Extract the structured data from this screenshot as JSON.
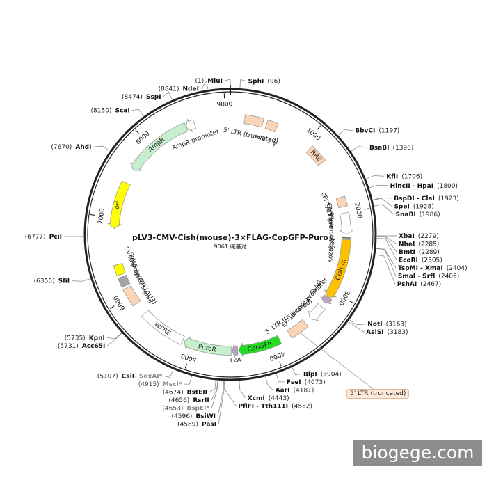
{
  "plasmid": {
    "name": "pLV3-CMV-Cish(mouse)-3×FLAG-CopGFP-Puro",
    "size_text": "9061 碱基对",
    "length": 9061
  },
  "ticks": [
    {
      "pos": 1000,
      "label": "1000"
    },
    {
      "pos": 2000,
      "label": "2000"
    },
    {
      "pos": 3000,
      "label": "3000"
    },
    {
      "pos": 4000,
      "label": "4000"
    },
    {
      "pos": 5000,
      "label": "5000"
    },
    {
      "pos": 6000,
      "label": "6000"
    },
    {
      "pos": 7000,
      "label": "7000"
    },
    {
      "pos": 8000,
      "label": "8000"
    },
    {
      "pos": 9000,
      "label": "9000"
    }
  ],
  "sites": [
    {
      "name": "MluI",
      "pos_text": "(1)",
      "pos": 1,
      "side": "left"
    },
    {
      "name": "SphI",
      "pos_text": "(96)",
      "pos": 96,
      "side": "right"
    },
    {
      "name": "BbvCI",
      "pos_text": "(1197)",
      "pos": 1197,
      "side": "right"
    },
    {
      "name": "BsaBI",
      "pos_text": "(1398)",
      "pos": 1398,
      "side": "right"
    },
    {
      "name": "KflI",
      "pos_text": "(1706)",
      "pos": 1706,
      "side": "right"
    },
    {
      "name": "HincII - HpaI",
      "pos_text": "(1800)",
      "pos": 1800,
      "side": "right"
    },
    {
      "name": "BspDI - ClaI",
      "pos_text": "(1923)",
      "pos": 1923,
      "side": "right"
    },
    {
      "name": "SpeI",
      "pos_text": "(1928)",
      "pos": 1928,
      "side": "right"
    },
    {
      "name": "SnaBI",
      "pos_text": "(1986)",
      "pos": 1986,
      "side": "right"
    },
    {
      "name": "XbaI",
      "pos_text": "(2279)",
      "pos": 2279,
      "side": "right"
    },
    {
      "name": "NheI",
      "pos_text": "(2285)",
      "pos": 2285,
      "side": "right"
    },
    {
      "name": "BmtI",
      "pos_text": "(2289)",
      "pos": 2289,
      "side": "right"
    },
    {
      "name": "EcoRI",
      "pos_text": "(2305)",
      "pos": 2305,
      "side": "right"
    },
    {
      "name": "TspMI - XmaI",
      "pos_text": "(2404)",
      "pos": 2404,
      "side": "right"
    },
    {
      "name": "SmaI - SrfI",
      "pos_text": "(2406)",
      "pos": 2406,
      "side": "right"
    },
    {
      "name": "PshAI",
      "pos_text": "(2467)",
      "pos": 2467,
      "side": "right"
    },
    {
      "name": "NotI",
      "pos_text": "(3163)",
      "pos": 3163,
      "side": "right"
    },
    {
      "name": "AsiSI",
      "pos_text": "(3183)",
      "pos": 3183,
      "side": "right"
    },
    {
      "name": "BlpI",
      "pos_text": "(3904)",
      "pos": 3904,
      "side": "right"
    },
    {
      "name": "FseI",
      "pos_text": "(4073)",
      "pos": 4073,
      "side": "right"
    },
    {
      "name": "AarI",
      "pos_text": "(4181)",
      "pos": 4181,
      "side": "right"
    },
    {
      "name": "XcmI",
      "pos_text": "(4443)",
      "pos": 4443,
      "side": "right"
    },
    {
      "name": "PflFI - Tth111I",
      "pos_text": "(4582)",
      "pos": 4582,
      "side": "right"
    },
    {
      "name": "PasI",
      "pos_text": "(4589)",
      "pos": 4589,
      "side": "left"
    },
    {
      "name": "BsiWI",
      "pos_text": "(4596)",
      "pos": 4596,
      "side": "left"
    },
    {
      "name": "BspEI*",
      "pos_text": "(4653)",
      "pos": 4653,
      "side": "left",
      "gray": true
    },
    {
      "name": "RsrII",
      "pos_text": "(4656)",
      "pos": 4656,
      "side": "left"
    },
    {
      "name": "BstEII",
      "pos_text": "(4674)",
      "pos": 4674,
      "side": "left"
    },
    {
      "name": "MscI*",
      "pos_text": "(4915)",
      "pos": 4915,
      "side": "left",
      "gray": true
    },
    {
      "name": "CsiI",
      "pos_text": "(5107)",
      "pos": 5107,
      "side": "left",
      "extra": "SexAI*"
    },
    {
      "name": "Acc65I",
      "pos_text": "(5731)",
      "pos": 5731,
      "side": "left"
    },
    {
      "name": "KpnI",
      "pos_text": "(5735)",
      "pos": 5735,
      "side": "left"
    },
    {
      "name": "SfiI",
      "pos_text": "(6355)",
      "pos": 6355,
      "side": "left"
    },
    {
      "name": "PciI",
      "pos_text": "(6777)",
      "pos": 6777,
      "side": "left"
    },
    {
      "name": "AhdI",
      "pos_text": "(7670)",
      "pos": 7670,
      "side": "left"
    },
    {
      "name": "ScaI",
      "pos_text": "(8150)",
      "pos": 8150,
      "side": "left"
    },
    {
      "name": "SspI",
      "pos_text": "(8474)",
      "pos": 8474,
      "side": "left"
    },
    {
      "name": "NdeI",
      "pos_text": "(8841)",
      "pos": 8841,
      "side": "left"
    }
  ],
  "features": [
    {
      "name": "5' LTR (truncated)",
      "start": 180,
      "end": 410,
      "type": "box",
      "color": "#fbd5b5"
    },
    {
      "name": "HIV-1 ψ",
      "start": 460,
      "end": 590,
      "type": "box",
      "color": "#fbd5b5"
    },
    {
      "name": "RRE",
      "start": 1080,
      "end": 1310,
      "type": "box",
      "color": "#fbd5b5"
    },
    {
      "name": "cPPT/CTS",
      "start": 1800,
      "end": 1920,
      "type": "box",
      "color": "#fbd5b5"
    },
    {
      "name": "CMV promoter",
      "start": 2000,
      "end": 2270,
      "type": "arrow",
      "dir": 1,
      "color": "#ffffff"
    },
    {
      "name": "Kozak sequence",
      "start": 2305,
      "end": 2312,
      "type": "mark",
      "color": "#333333"
    },
    {
      "name": "Cish-m",
      "start": 2330,
      "end": 3090,
      "type": "arrow",
      "dir": 1,
      "color": "#ffc000"
    },
    {
      "name": "3×FLAG",
      "start": 3090,
      "end": 3170,
      "type": "arrow",
      "dir": 1,
      "color": "#c09fc0"
    },
    {
      "name": "EF-1α core promoter",
      "start": 3230,
      "end": 3440,
      "type": "arrow",
      "dir": 1,
      "color": "#ffffff"
    },
    {
      "name": "5' LTR (truncated)",
      "start": 3520,
      "end": 3760,
      "type": "box",
      "color": "#fbd5b5"
    },
    {
      "name": "CopGFP",
      "start": 3900,
      "end": 4430,
      "type": "arrow",
      "dir": 1,
      "color": "#22dd22"
    },
    {
      "name": "T2A",
      "start": 4440,
      "end": 4510,
      "type": "arrow",
      "dir": 1,
      "color": "#c09fc0"
    },
    {
      "name": "PuroR",
      "start": 4520,
      "end": 5120,
      "type": "arrow",
      "dir": 1,
      "color": "#c6efce"
    },
    {
      "name": "WPRE",
      "start": 5140,
      "end": 5720,
      "type": "box",
      "color": "#ffffff"
    },
    {
      "name": "3' LTR (ΔU3)",
      "start": 5880,
      "end": 6110,
      "type": "box",
      "color": "#fbd5b5"
    },
    {
      "name": "SV40 poly(A) signal",
      "start": 6140,
      "end": 6260,
      "type": "box",
      "color": "#a5a5a5"
    },
    {
      "name": "SV40 ori",
      "start": 6290,
      "end": 6420,
      "type": "box",
      "color": "#ffff00"
    },
    {
      "name": "ori",
      "start": 6870,
      "end": 7460,
      "type": "arrow",
      "dir": -1,
      "color": "#ffff00"
    },
    {
      "name": "AmpR",
      "start": 7640,
      "end": 8500,
      "type": "arrow",
      "dir": -1,
      "color": "#c6efce"
    },
    {
      "name": "AmpR promoter",
      "start": 8500,
      "end": 8610,
      "type": "arrow",
      "dir": -1,
      "color": "#ffffff"
    }
  ],
  "callout_label": "5' LTR (truncated)",
  "watermark": "biogege.com",
  "colors": {
    "backbone": "#222222",
    "site_text": "#111111",
    "gray_site": "#8a8a8a"
  }
}
